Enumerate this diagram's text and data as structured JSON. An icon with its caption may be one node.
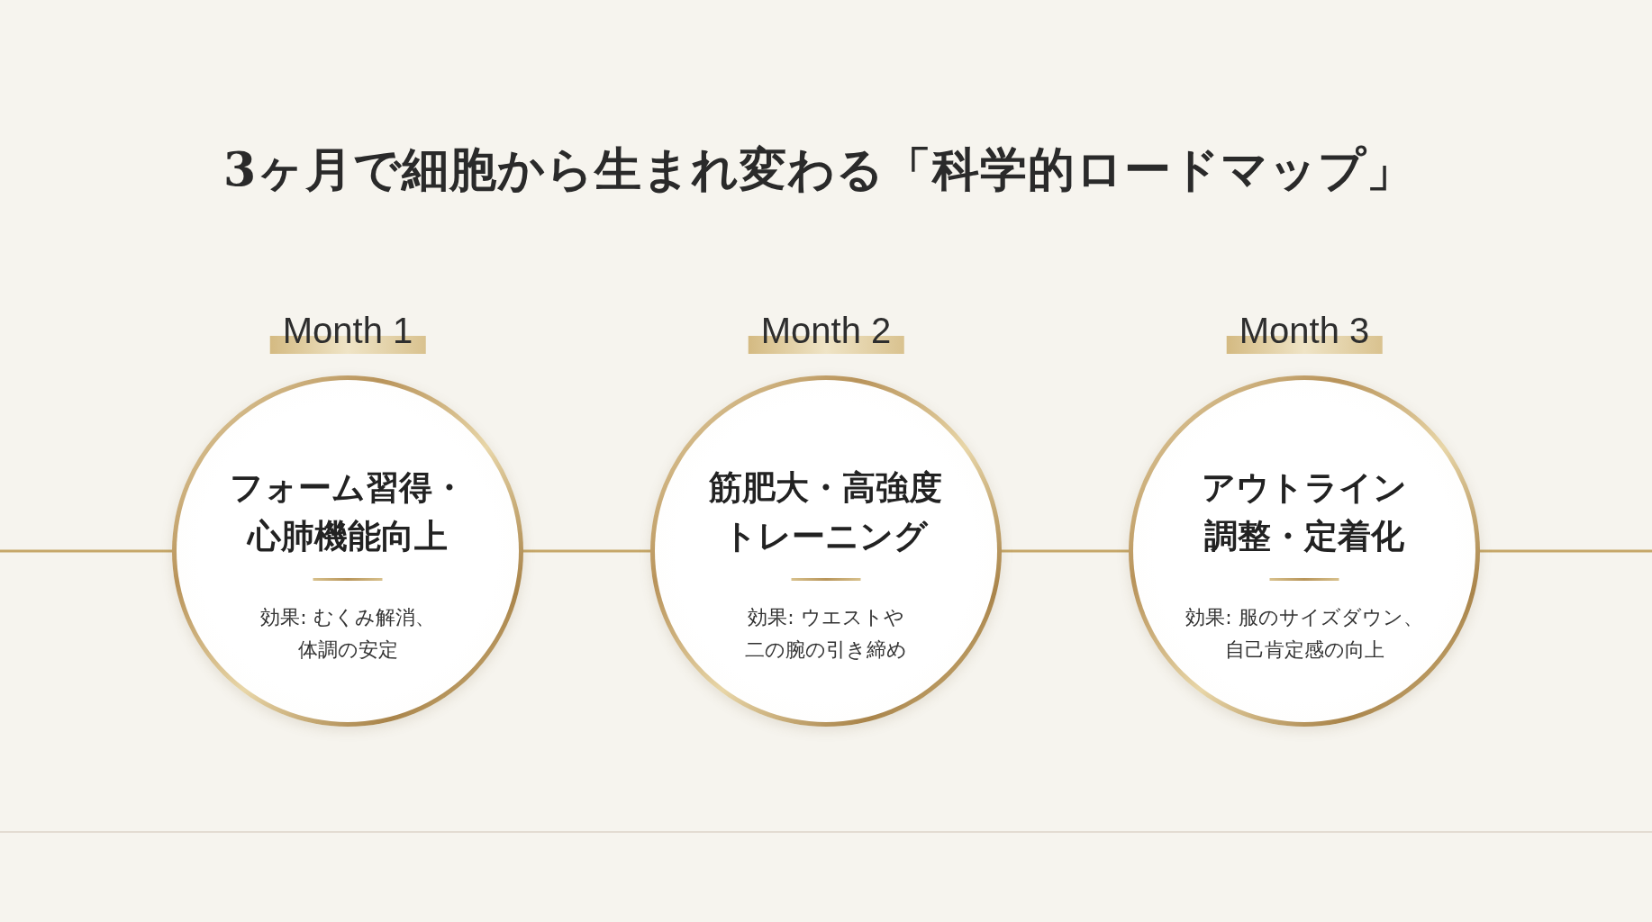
{
  "diagram": {
    "title": "3ヶ月で細胞から生まれ変わる「科学的ロードマップ」",
    "nodes": [
      {
        "text": [
          "Month 1",
          "フォーム習得・心肺機能向上",
          "効果: むくみ解消、体調の安定"
        ]
      },
      {
        "text": [
          "Month 2",
          "筋肥大・高強度トレーニング",
          "効果: ウエストや二の腕の引き締め"
        ]
      },
      {
        "text": [
          "Month 3",
          "アウトライン調整・定着化",
          "効果: 服のサイズダウン、自己肯定感の向上"
        ]
      }
    ],
    "edges": [
      {
        "from": null,
        "to": 0,
        "arrow": "none"
      },
      {
        "from": 0,
        "to": 1,
        "arrow": "none"
      },
      {
        "from": 1,
        "to": 2,
        "arrow": "none"
      },
      {
        "from": 2,
        "to": null,
        "arrow": "none"
      }
    ]
  }
}
